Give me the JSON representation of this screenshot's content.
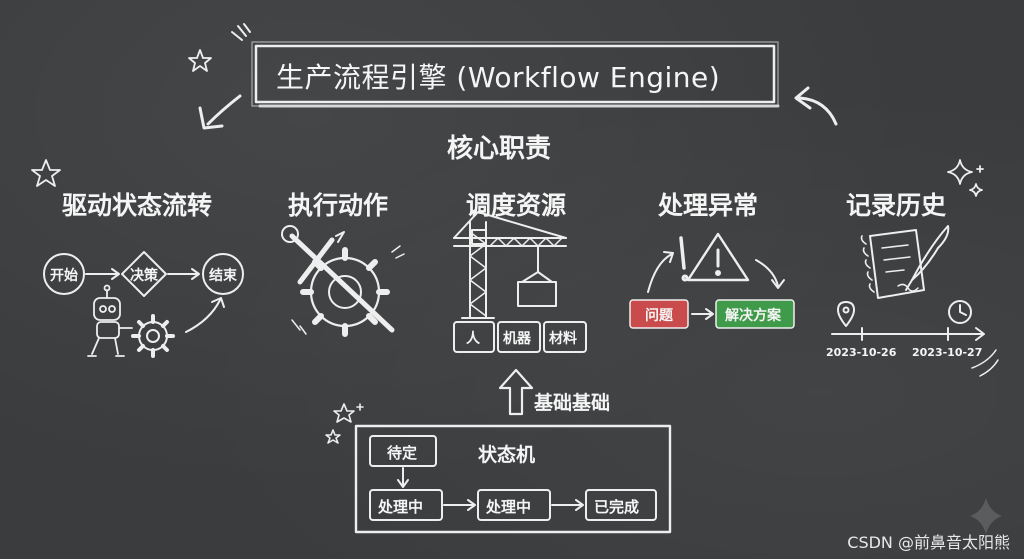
{
  "title": "生产流程引擎 (Workflow Engine)",
  "subtitle": "核心职责",
  "responsibilities": [
    {
      "label": "驱动状态流转",
      "icon": "robot-gear-icon"
    },
    {
      "label": "执行动作",
      "icon": "wrench-gear-icon"
    },
    {
      "label": "调度资源",
      "icon": "crane-icon"
    },
    {
      "label": "处理异常",
      "icon": "warning-icon"
    },
    {
      "label": "记录历史",
      "icon": "notebook-icon"
    }
  ],
  "flow": {
    "start": "开始",
    "decision": "决策",
    "end": "结束"
  },
  "resources": [
    "人",
    "机器",
    "材料"
  ],
  "exception": {
    "problem": "问题",
    "solution": "解决方案",
    "problem_color": "#c94b4b",
    "solution_color": "#3f9a4a"
  },
  "history": {
    "dates": [
      "2023-10-26",
      "2023-10-27"
    ]
  },
  "foundation": "基础基础",
  "state_machine": {
    "title": "状态机",
    "states": [
      "待定",
      "处理中",
      "处理中",
      "已完成"
    ]
  },
  "watermark": "CSDN @前鼻音太阳熊"
}
